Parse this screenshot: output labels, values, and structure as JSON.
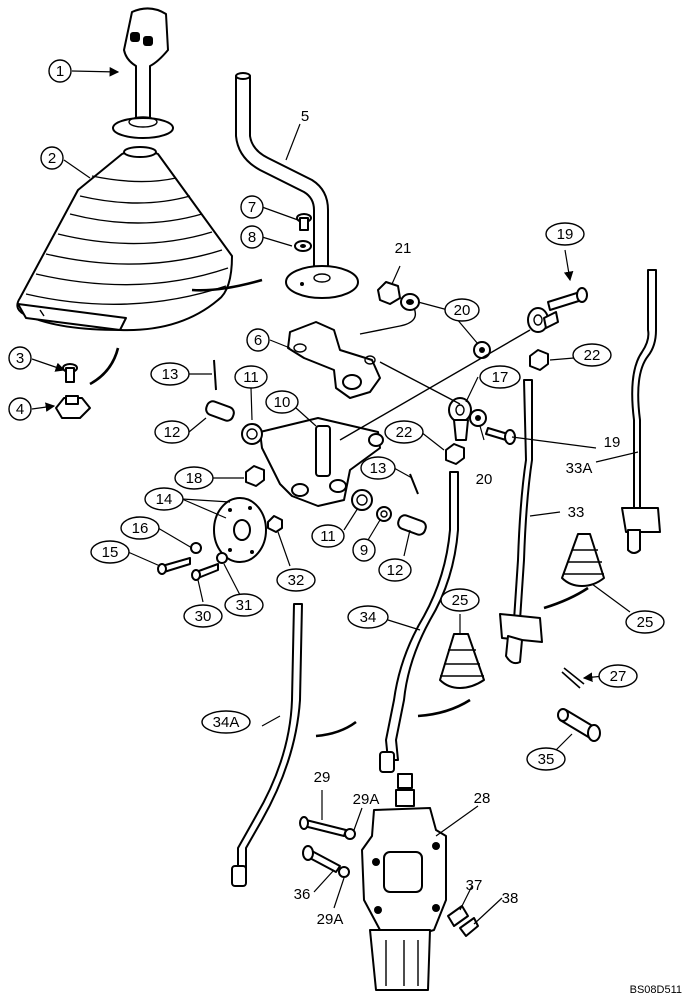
{
  "diagram_code": "BS08D511",
  "callouts": {
    "c1": "1",
    "c2": "2",
    "c3": "3",
    "c4": "4",
    "c5": "5",
    "c6": "6",
    "c7": "7",
    "c8": "8",
    "c9": "9",
    "c10": "10",
    "c11a": "11",
    "c11b": "11",
    "c12a": "12",
    "c12b": "12",
    "c13a": "13",
    "c13b": "13",
    "c14": "14",
    "c15": "15",
    "c16": "16",
    "c17": "17",
    "c18": "18",
    "c19a": "19",
    "c19b": "19",
    "c20a": "20",
    "c20b": "20",
    "c21": "21",
    "c22a": "22",
    "c22b": "22",
    "c25a": "25",
    "c25b": "25",
    "c27": "27",
    "c28": "28",
    "c29": "29",
    "c29Aa": "29A",
    "c29Ab": "29A",
    "c30": "30",
    "c31": "31",
    "c32": "32",
    "c33": "33",
    "c33A": "33A",
    "c34": "34",
    "c34A": "34A",
    "c35": "35",
    "c36": "36",
    "c37": "37",
    "c38": "38"
  }
}
